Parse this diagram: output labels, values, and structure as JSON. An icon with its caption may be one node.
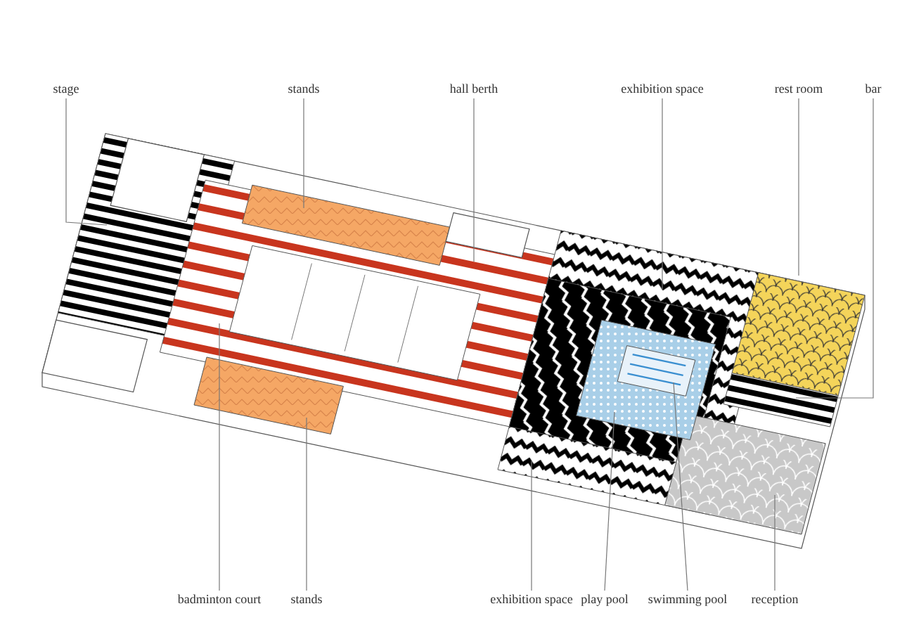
{
  "diagram": {
    "nodes": [
      {
        "text": [
          "stage"
        ]
      },
      {
        "text": [
          "stands"
        ]
      },
      {
        "text": [
          "hall berth"
        ]
      },
      {
        "text": [
          "exhibition space"
        ]
      },
      {
        "text": [
          "rest room"
        ]
      },
      {
        "text": [
          "bar"
        ]
      },
      {
        "text": [
          "badminton court"
        ]
      },
      {
        "text": [
          "stands"
        ]
      },
      {
        "text": [
          "exhibition space"
        ]
      },
      {
        "text": [
          "play pool"
        ]
      },
      {
        "text": [
          "swimming pool"
        ]
      },
      {
        "text": [
          "reception"
        ]
      }
    ],
    "edges": [
      {
        "from": 0,
        "to": null,
        "arrow": "none"
      },
      {
        "from": 1,
        "to": null,
        "arrow": "none"
      },
      {
        "from": 2,
        "to": null,
        "arrow": "none"
      },
      {
        "from": 3,
        "to": null,
        "arrow": "none"
      },
      {
        "from": 4,
        "to": null,
        "arrow": "none"
      },
      {
        "from": 5,
        "to": null,
        "arrow": "none"
      },
      {
        "from": 6,
        "to": null,
        "arrow": "none"
      },
      {
        "from": 7,
        "to": null,
        "arrow": "none"
      },
      {
        "from": 8,
        "to": null,
        "arrow": "none"
      },
      {
        "from": 9,
        "to": null,
        "arrow": "none"
      },
      {
        "from": 10,
        "to": null,
        "arrow": "none"
      },
      {
        "from": 11,
        "to": null,
        "arrow": "none"
      }
    ]
  }
}
